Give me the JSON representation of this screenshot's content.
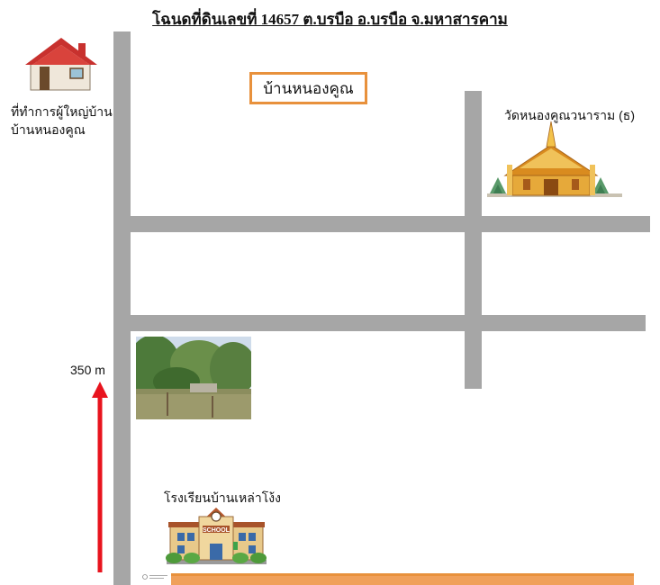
{
  "map": {
    "title": "โฉนดที่ดินเลขที่  14657 ต.บรบือ  อ.บรบือ  จ.มหาสารคาม",
    "village_label": "บ้านหนองคูณ",
    "office_label_line1": "ที่ทำการผู้ใหญ่บ้าน",
    "office_label_line2": "บ้านหนองคูณ",
    "temple_label": "วัดหนองคูณวนาราม (ธ)",
    "school_label": "โรงเรียนบ้านเหล่าโง้ง",
    "school_sign": "SCHOOL",
    "distance_label": "350 m",
    "icons": [
      "house-icon",
      "temple-icon",
      "school-icon",
      "land-photo",
      "north-arrow-icon"
    ],
    "colors": {
      "road": "#a6a6a6",
      "box_border": "#e8913c",
      "arrow": "#e8141e",
      "plot_line": "#f0a05a"
    }
  }
}
